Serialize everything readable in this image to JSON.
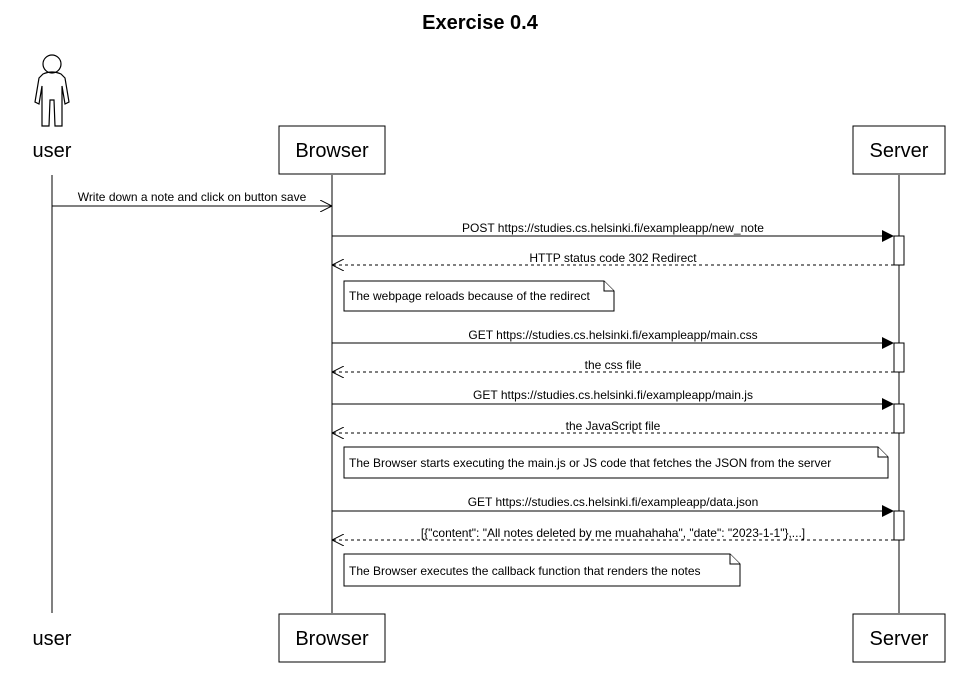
{
  "title": "Exercise 0.4",
  "participants": {
    "user": "user",
    "browser": "Browser",
    "server": "Server"
  },
  "messages": {
    "write_note": "Write down a note and click on button save",
    "post_new_note": "POST https://studies.cs.helsinki.fi/exampleapp/new_note",
    "redirect": "HTTP status code 302 Redirect",
    "get_css": "GET https://studies.cs.helsinki.fi/exampleapp/main.css",
    "css_file": "the css file",
    "get_js": "GET https://studies.cs.helsinki.fi/exampleapp/main.js",
    "js_file": "the JavaScript file",
    "get_json": "GET https://studies.cs.helsinki.fi/exampleapp/data.json",
    "json_response": "[{\"content\": \"All notes deleted by me muahahaha\", \"date\": \"2023-1-1\"},...]"
  },
  "notes": {
    "reload": "The webpage reloads because of the redirect",
    "executing_js": "The Browser starts executing the main.js or JS code that fetches the JSON from the server",
    "render": "The Browser executes the callback function that renders the notes"
  }
}
